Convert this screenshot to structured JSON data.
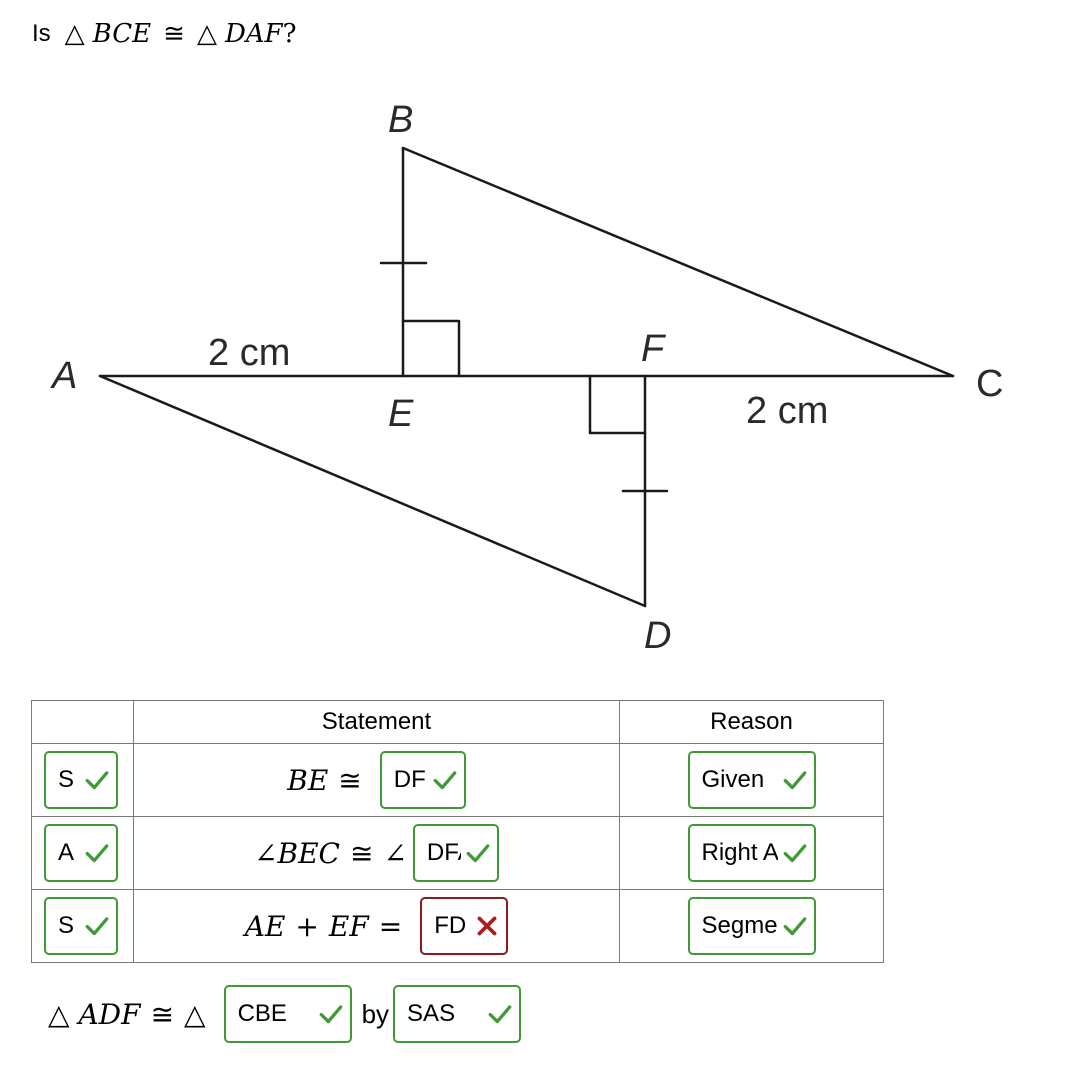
{
  "question": {
    "prefix": "Is",
    "triangle_symbol": "△",
    "tri1": "BCE",
    "congruent_symbol": "≅",
    "tri2": "DAF",
    "qmark": "?"
  },
  "figure": {
    "point_labels": {
      "A": "A",
      "B": "B",
      "C": "C",
      "D": "D",
      "E": "E",
      "F": "F"
    },
    "measure_AE": "2 cm",
    "measure_FC": "2 cm"
  },
  "table": {
    "headers": {
      "step": "",
      "statement": "Statement",
      "reason": "Reason"
    },
    "rows": [
      {
        "step": "S",
        "step_status": "correct",
        "statement_lhs": "BE",
        "statement_op": "≅",
        "statement_box": "DF",
        "statement_status": "correct",
        "reason": "Given",
        "reason_status": "correct"
      },
      {
        "step": "A",
        "step_status": "correct",
        "angle_symbol": "∠",
        "statement_lhs": "BEC",
        "statement_op": "≅",
        "statement_box": "DFA",
        "statement_status": "correct",
        "reason": "Right Angles",
        "reason_status": "correct"
      },
      {
        "step": "S",
        "step_status": "correct",
        "statement_lhs_a": "AE",
        "plus": "+",
        "statement_lhs_b": "EF",
        "statement_op": "=",
        "statement_box": "FD",
        "statement_status": "incorrect",
        "reason": "Segment Addition",
        "reason_status": "correct"
      }
    ]
  },
  "conclusion": {
    "triangle_symbol": "△",
    "tri1": "ADF",
    "congruent_symbol": "≅",
    "box_triangle": "CBE",
    "box_triangle_status": "correct",
    "by_word": "by",
    "box_postulate": "SAS",
    "box_postulate_status": "correct"
  },
  "colors": {
    "correct": "#3f9a35",
    "incorrect": "#b01c1c",
    "incorrect_border": "#8c1a1a",
    "table_border": "#7a7a7a",
    "figure_line": "#1a1a1a"
  },
  "icons": {
    "correct": "check-icon",
    "incorrect": "x-icon"
  }
}
